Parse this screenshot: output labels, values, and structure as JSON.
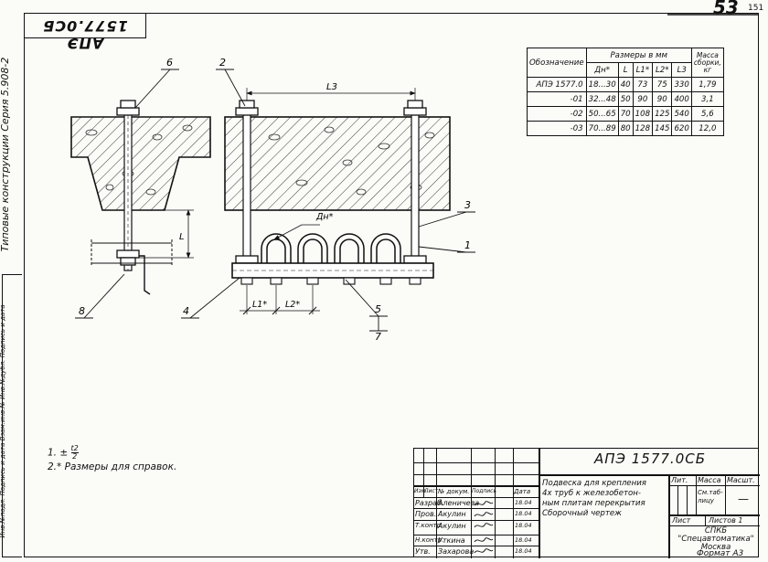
{
  "sheet": {
    "page_number": "53",
    "page_number_small": "151",
    "top_code": "АПЭ 1577.0СБ",
    "side_series": "Типовые конструкции  Серия 5.908-2",
    "side_stamp": "Инв.№подл.  Подпись и дата  Взам.инв.№  Инв.№дубл.  Подпись и дата"
  },
  "drawing": {
    "callouts": [
      "6",
      "2",
      "3",
      "1",
      "8",
      "4",
      "5",
      "7"
    ],
    "dims": {
      "l3": "L3",
      "l": "L",
      "dn": "Дн*",
      "l1": "L1*",
      "l2": "L2*"
    }
  },
  "sizes_table": {
    "group_header": "Размеры в мм",
    "mass_header": "Масса сборки, кг",
    "designation_header": "Обозначение",
    "columns": [
      "Дн*",
      "L",
      "L1*",
      "L2*",
      "L3"
    ],
    "rows": [
      {
        "name": "АПЭ 1577.0",
        "dn": "18...30",
        "l": "40",
        "l1": "73",
        "l2": "75",
        "l3": "330",
        "mass": "1,79"
      },
      {
        "name": "-01",
        "dn": "32...48",
        "l": "50",
        "l1": "90",
        "l2": "90",
        "l3": "400",
        "mass": "3,1"
      },
      {
        "name": "-02",
        "dn": "50...65",
        "l": "70",
        "l1": "108",
        "l2": "125",
        "l3": "540",
        "mass": "5,6"
      },
      {
        "name": "-03",
        "dn": "70...89",
        "l": "80",
        "l1": "128",
        "l2": "145",
        "l3": "620",
        "mass": "12,0"
      }
    ]
  },
  "notes": {
    "n1_prefix": "1. ±",
    "n1_num": "t2",
    "n1_den": "2",
    "n2": "2.* Размеры для справок."
  },
  "title_block": {
    "code": "АПЭ 1577.0СБ",
    "title_lines": [
      "Подвеска для крепления",
      "4х труб к железобетон-",
      "ным плитам перекрытия",
      "Сборочный чертеж"
    ],
    "header_cells": [
      "Изм.",
      "Лист",
      "№ докум.",
      "Подпись",
      "Дата"
    ],
    "people": [
      {
        "role": "Разраб.",
        "name": "Аленичева",
        "date": "18.04"
      },
      {
        "role": "Пров.",
        "name": "Акулин",
        "date": "18.04"
      },
      {
        "role": "Т.контр.",
        "name": "Акулин",
        "date": "18.04"
      },
      {
        "role": "Н.контр.",
        "name": "Уткина",
        "date": "18.04"
      },
      {
        "role": "Утв.",
        "name": "Захарова",
        "date": "18.04"
      }
    ],
    "lit_label": "Лит.",
    "mass_label": "Масса",
    "scale_label": "Масшт.",
    "mass_value": "См.таб- лицу",
    "scale_value": "—",
    "sheet_label": "Лист",
    "sheets_label": "Листов 1",
    "org_lines": [
      "СПКБ",
      "\"Спецавтоматика\"",
      "Москва"
    ],
    "format": "Формат А3"
  }
}
